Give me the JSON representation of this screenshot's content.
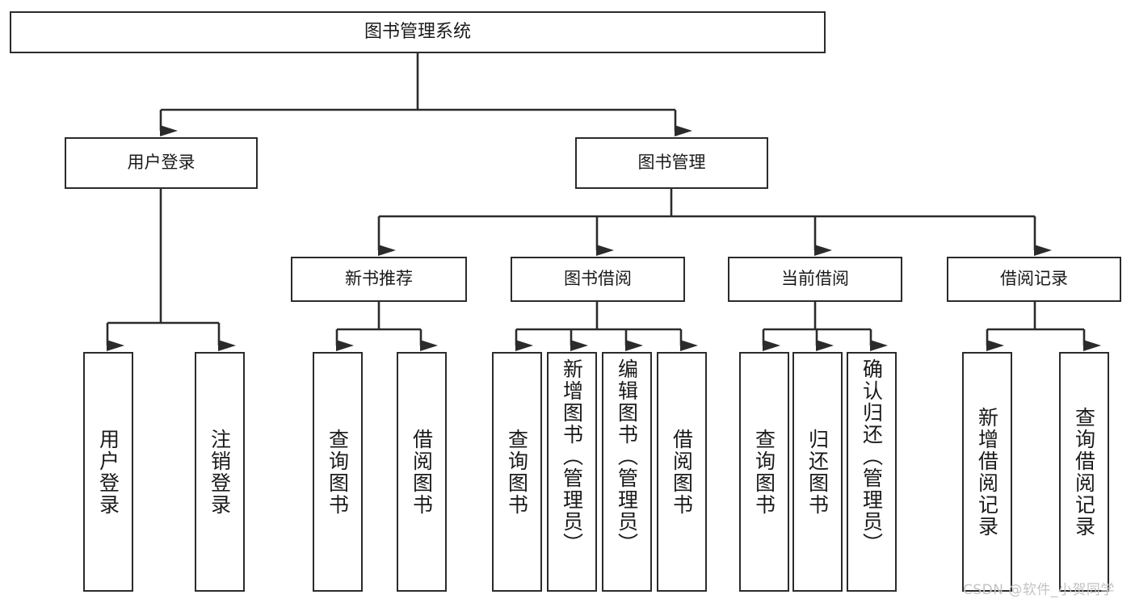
{
  "diagram": {
    "type": "tree-hierarchy",
    "title_node": {
      "label": "图书管理系统"
    },
    "level2": [
      {
        "label": "用户登录"
      },
      {
        "label": "图书管理"
      }
    ],
    "level3": [
      {
        "label": "新书推荐"
      },
      {
        "label": "图书借阅"
      },
      {
        "label": "当前借阅"
      },
      {
        "label": "借阅记录"
      }
    ],
    "leaves": {
      "user_login": [
        {
          "label": "用户登录"
        },
        {
          "label": "注销登录"
        }
      ],
      "new_book": [
        {
          "label": "查询图书"
        },
        {
          "label": "借阅图书"
        }
      ],
      "book_borrow": [
        {
          "label": "查询图书"
        },
        {
          "label": "新增图书（管理员）"
        },
        {
          "label": "编辑图书（管理员）"
        },
        {
          "label": "借阅图书"
        }
      ],
      "current_borrow": [
        {
          "label": "查询图书"
        },
        {
          "label": "归还图书"
        },
        {
          "label": "确认归还（管理员）"
        }
      ],
      "borrow_record": [
        {
          "label": "新增借阅记录"
        },
        {
          "label": "查询借阅记录"
        }
      ]
    }
  },
  "watermark": {
    "text": "CSDN @软件_小贺同学"
  },
  "colors": {
    "border": "#2b2b2b",
    "fill": "#ffffff",
    "text": "#1a1a1a",
    "watermark": "#c3c3c3"
  }
}
